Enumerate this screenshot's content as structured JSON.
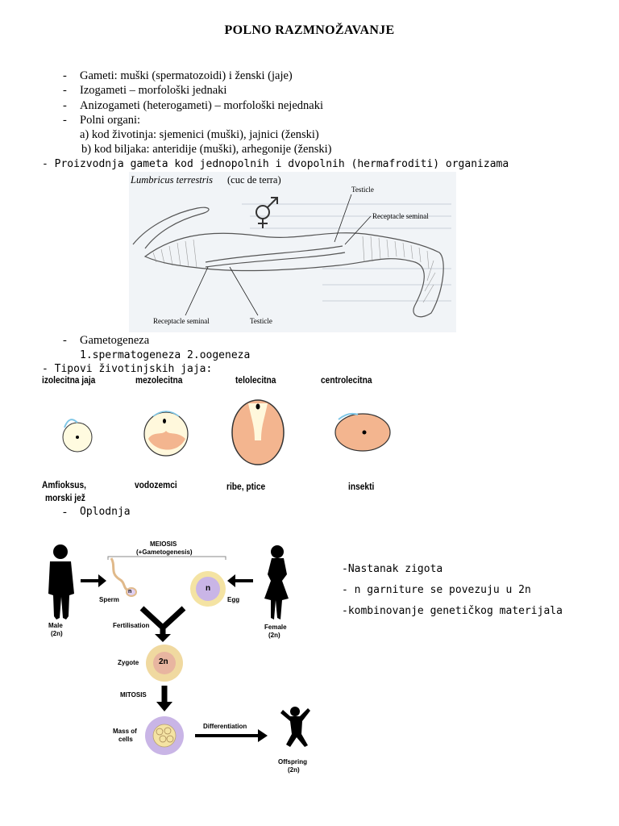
{
  "title": "POLNO RAZMNOŽAVANJE",
  "bullets": [
    "Gameti: muški (spermatozoidi) i ženski (jaje)",
    "Izogameti – morfološki jednaki",
    "Anizogameti (heterogameti) – morfološki nejednaki",
    "Polni organi:"
  ],
  "sub_a": "a) kod životinja: sjemenici (muški), jajnici (ženski)",
  "sub_b": "b) kod biljaka: anteridije (muški), arhegonije (ženski)",
  "proizvodnja": "- Proizvodnja gameta kod jednopolnih i dvopolnih (hermafroditi) organizama",
  "worm": {
    "species": "Lumbricus terrestris",
    "common": "(cuc de terra)",
    "labels": [
      "Testicle",
      "Receptacle seminal",
      "Receptacle seminal",
      "Testicle"
    ]
  },
  "gametogeneza": "Gametogeneza",
  "gametogeneza_types": "1.spermatogeneza   2.oogeneza",
  "tipovi": "- Tipovi životinjskih jaja:",
  "egg_types": [
    "izolecitna jaja",
    "mezolecitna",
    "telolecitna",
    "centrolecitna"
  ],
  "egg_examples": [
    "Amfioksus,",
    "morski jež",
    "vodozemci",
    "ribe, ptice",
    "insekti"
  ],
  "oplodnja": "Oplodnja",
  "diagram": {
    "meiosis": "MEIOSIS",
    "gametogenesis": "(+Gametogenesis)",
    "sperm": "Sperm",
    "egg": "Egg",
    "n": "n",
    "male": "Male",
    "male_ploidy": "(2n)",
    "female": "Female",
    "female_ploidy": "(2n)",
    "fertilisation": "Fertilisation",
    "zygote": "Zygote",
    "two_n": "2n",
    "mitosis": "MITOSIS",
    "mass_of": "Mass of",
    "cells": "cells",
    "differentiation": "Differentiation",
    "offspring": "Offspring",
    "offspring_ploidy": "(2n)"
  },
  "notes": [
    "-Nastanak zigota",
    "- n garniture se povezuju u 2n",
    "-kombinovanje genetičkog materijala"
  ],
  "colors": {
    "yolk": "#f3b58f",
    "cytoplasm": "#fff8dc",
    "zygote": "#f0d9a0",
    "nucleus_purple": "#c9b5e6",
    "egg_ring": "#f4e3a3"
  }
}
